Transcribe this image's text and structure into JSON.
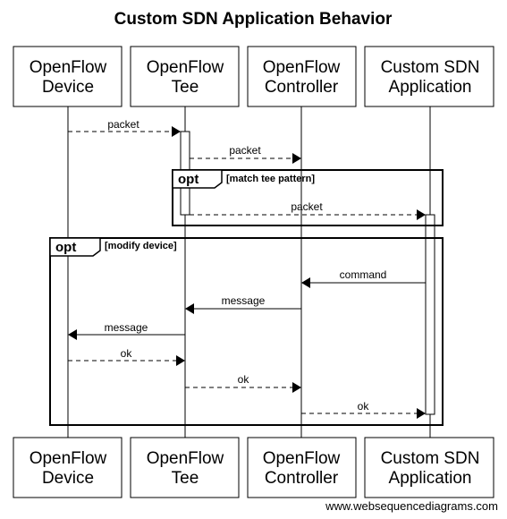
{
  "title": "Custom SDN Application Behavior",
  "participants": [
    {
      "id": "device",
      "line1": "OpenFlow",
      "line2": "Device"
    },
    {
      "id": "tee",
      "line1": "OpenFlow",
      "line2": "Tee"
    },
    {
      "id": "controller",
      "line1": "OpenFlow",
      "line2": "Controller"
    },
    {
      "id": "app",
      "line1": "Custom SDN",
      "line2": "Application"
    }
  ],
  "fragments": [
    {
      "keyword": "opt",
      "condition": "[match tee pattern]"
    },
    {
      "keyword": "opt",
      "condition": "[modify device]"
    }
  ],
  "messages": [
    {
      "label": "packet",
      "from": "device",
      "to": "tee",
      "style": "dashed"
    },
    {
      "label": "packet",
      "from": "tee",
      "to": "controller",
      "style": "dashed"
    },
    {
      "label": "packet",
      "from": "tee",
      "to": "app",
      "style": "dashed"
    },
    {
      "label": "command",
      "from": "app",
      "to": "controller",
      "style": "solid"
    },
    {
      "label": "message",
      "from": "controller",
      "to": "tee",
      "style": "solid"
    },
    {
      "label": "message",
      "from": "tee",
      "to": "device",
      "style": "solid"
    },
    {
      "label": "ok",
      "from": "device",
      "to": "tee",
      "style": "dashed"
    },
    {
      "label": "ok",
      "from": "tee",
      "to": "controller",
      "style": "dashed"
    },
    {
      "label": "ok",
      "from": "controller",
      "to": "app",
      "style": "dashed"
    }
  ],
  "watermark": "www.websequencediagrams.com"
}
